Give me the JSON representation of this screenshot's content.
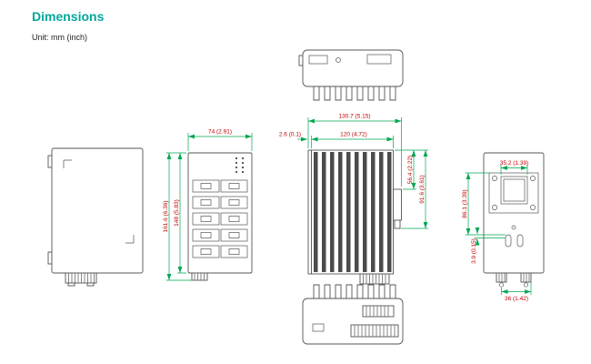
{
  "header": {
    "title": "Dimensions",
    "unit_note": "Unit: mm (inch)"
  },
  "colors": {
    "accent_teal": "#00a79d",
    "dimension_text": "#c00000",
    "dimension_line": "#00a651",
    "drawing_outline": "#555555"
  },
  "dims": {
    "front_width": "74 (2.91)",
    "height_overall": "161.6 (6.36)",
    "height_body": "148 (5.83)",
    "depth_overall": "130.7 (5.15)",
    "depth_body": "120 (4.72)",
    "front_plate_thickness": "2.6 (0.1)",
    "din_clip_top": "56.4 (2.22)",
    "din_clip_bottom": "91.6 (3.61)",
    "rear_slot_width": "35.2 (1.39)",
    "rear_plate_height": "86.1 (3.39)",
    "rear_small_gap": "3.9 (0.15)",
    "rear_connector_span": "36 (1.42)"
  }
}
